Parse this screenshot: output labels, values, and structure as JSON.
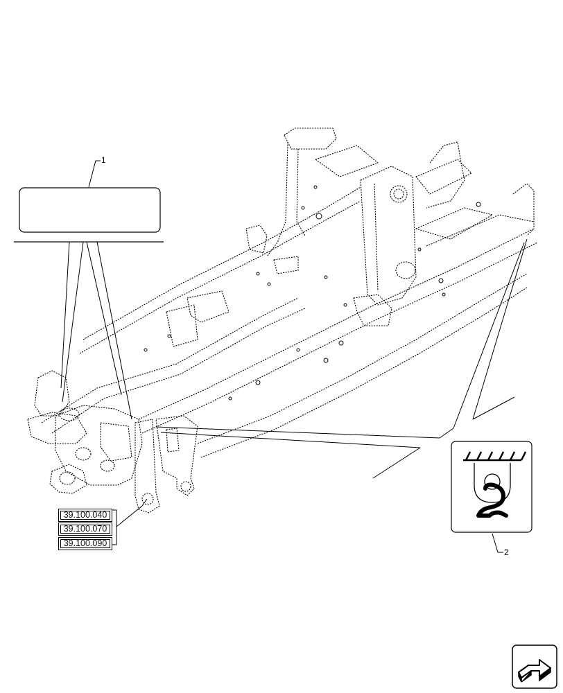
{
  "callouts": [
    {
      "number": "1"
    },
    {
      "number": "2"
    }
  ],
  "references": [
    "39.100.040",
    "39.100.070",
    "39.100.090"
  ],
  "icons": {
    "callout_1": "blank-label-icon",
    "callout_2": "lifting-hook-icon",
    "nav": "next-page-arrow-icon"
  }
}
